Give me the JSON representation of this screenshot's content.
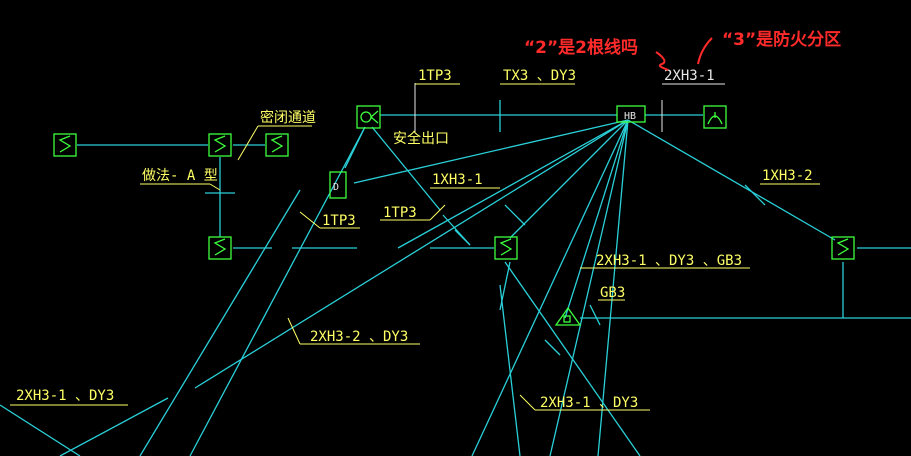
{
  "labels": {
    "l_1tp3_top": "1TP3",
    "l_tx3_dy3": "TX3 、DY3",
    "l_2xh3_1_top": "2XH3-1",
    "l_seal_channel": "密闭通道",
    "l_method_a": "做法- A 型",
    "l_safety_exit": "安全出口",
    "l_1xh3_1": "1XH3-1",
    "l_1tp3_left": "1TP3",
    "l_1tp3_mid": "1TP3",
    "l_1xh3_2": "1XH3-2",
    "l_2xh3_1_dy3_gb3": "2XH3-1 、DY3 、GB3",
    "l_gb3": "GB3",
    "l_2xh3_2_dy3": "2XH3-2 、DY3",
    "l_2xh3_1_dy3_left": "2XH3-1 、DY3",
    "l_2xh3_1_dy3_bottom": "2XH3-1 、DY3"
  },
  "annotations": {
    "a_two_wires": "“2”是2根线吗",
    "a_fire_zone": "“3”是防火分区"
  },
  "symbols": {
    "hb": "HB",
    "d": "D"
  },
  "colors": {
    "background": "#000000",
    "wire": "#2ad0d8",
    "device": "#3cff3c",
    "label": "#ffff66",
    "annotation": "#ff2a2a"
  }
}
